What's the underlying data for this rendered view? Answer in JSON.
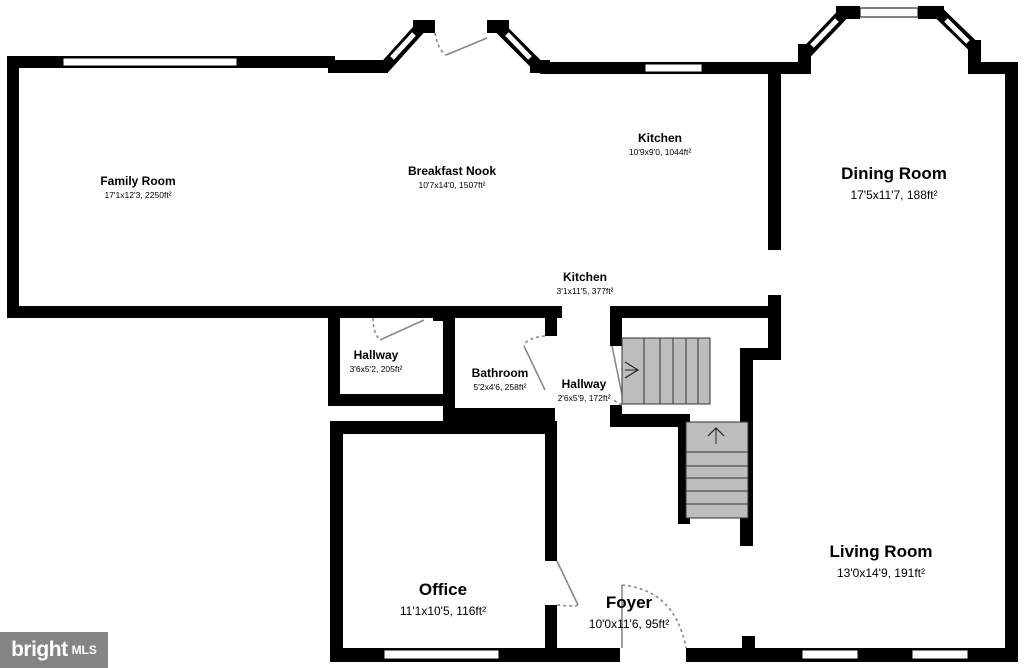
{
  "rooms": {
    "family_room": {
      "name": "Family Room",
      "dims": "17'1x12'3, 2250ft²"
    },
    "breakfast_nook": {
      "name": "Breakfast Nook",
      "dims": "10'7x14'0, 1507ft²"
    },
    "kitchen_upper": {
      "name": "Kitchen",
      "dims": "10'9x9'0, 1044ft²"
    },
    "dining_room": {
      "name": "Dining Room",
      "dims": "17'5x11'7, 188ft²"
    },
    "kitchen_lower": {
      "name": "Kitchen",
      "dims": "3'1x11'5, 377ft²"
    },
    "hallway_left": {
      "name": "Hallway",
      "dims": "3'6x5'2, 205ft²"
    },
    "bathroom": {
      "name": "Bathroom",
      "dims": "5'2x4'6, 258ft²"
    },
    "hallway_center": {
      "name": "Hallway",
      "dims": "2'6x5'9, 172ft²"
    },
    "office": {
      "name": "Office",
      "dims": "11'1x10'5, 116ft²"
    },
    "foyer": {
      "name": "Foyer",
      "dims": "10'0x11'6, 95ft²"
    },
    "living_room": {
      "name": "Living Room",
      "dims": "13'0x14'9, 191ft²"
    }
  },
  "watermark": {
    "brand": "bright",
    "suffix": "MLS"
  }
}
